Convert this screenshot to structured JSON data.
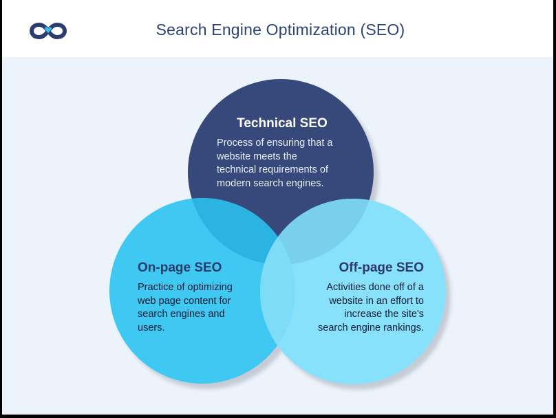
{
  "header": {
    "logo_icon": "infinity-icon",
    "title": "Search Engine Optimization (SEO)"
  },
  "colors": {
    "brand_navy": "#2c4277",
    "logo_accent": "#3cc0ee",
    "technical_circle": "#37487a",
    "onpage_circle": "#3fc8f2",
    "offpage_circle": "#88e1fa",
    "background": "#edf3fb",
    "header_bg": "#ffffff"
  },
  "diagram": {
    "type": "venn",
    "circles": [
      {
        "id": "technical",
        "title": "Technical SEO",
        "description_lines": [
          "Process of ensuring that a",
          "website meets the",
          "technical requirements of",
          "modern search engines."
        ]
      },
      {
        "id": "onpage",
        "title": "On-page SEO",
        "description_lines": [
          "Practice of optimizing",
          "web page content for",
          "search engines and",
          "users."
        ]
      },
      {
        "id": "offpage",
        "title": "Off-page SEO",
        "description_lines": [
          "Activities done off of a",
          "website in an effort to",
          "increase the site's",
          "search engine rankings."
        ]
      }
    ]
  }
}
